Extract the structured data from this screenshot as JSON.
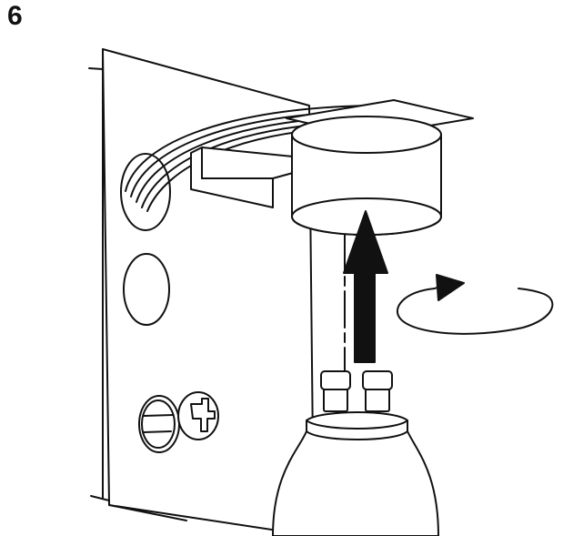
{
  "step": {
    "number": "6"
  },
  "illustration": {
    "icons": [
      "mounting-plate",
      "lamp-holder-socket",
      "wire-bundle",
      "mounting-bracket",
      "screw-icon",
      "gu10-bulb",
      "arrow-up-icon",
      "rotate-clockwise-icon"
    ],
    "colors": {
      "line": "#111111",
      "background": "#ffffff"
    }
  }
}
